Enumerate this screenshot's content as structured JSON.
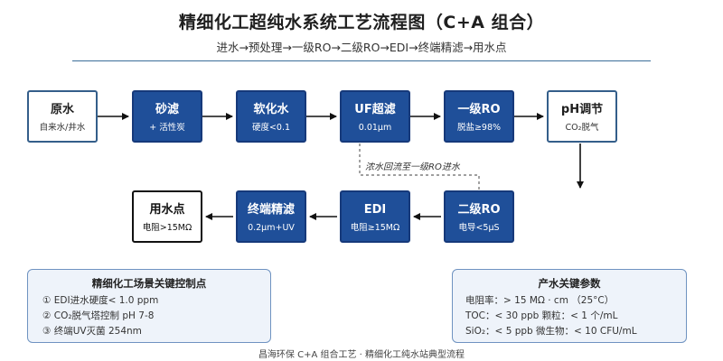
{
  "title": "精细化工超纯水系统工艺流程图（C+A 组合）",
  "subtitle": "进水→预处理→一级RO→二级RO→EDI→终端精滤→用水点",
  "nodes": {
    "raw_water": {
      "name": "原水",
      "sub": "自来水/井水"
    },
    "sand_filter": {
      "name": "砂滤",
      "sub": "+ 活性炭"
    },
    "softener": {
      "name": "软化水",
      "sub": "硬度<0.1"
    },
    "uf": {
      "name": "UF超滤",
      "sub": "0.01μm"
    },
    "ro1": {
      "name": "一级RO",
      "sub": "脱盐≥98%"
    },
    "ph_adjust": {
      "name": "pH调节",
      "sub": "CO₂脱气"
    },
    "ro2": {
      "name": "二级RO",
      "sub": "电导<5μS"
    },
    "edi": {
      "name": "EDI",
      "sub": "电阻≥15MΩ"
    },
    "terminal_filter": {
      "name": "终端精滤",
      "sub": "0.2μm+UV"
    },
    "use_point": {
      "name": "用水点",
      "sub": "电阻>15MΩ"
    }
  },
  "recycle_note": "浓水回流至一级RO进水",
  "control_panel": {
    "heading": "精细化工场景关键控制点",
    "items": [
      "① EDI进水硬度< 1.0 ppm",
      "② CO₂脱气塔控制 pH 7-8",
      "③ 终端UV灭菌 254nm"
    ]
  },
  "params_panel": {
    "heading": "产水关键参数",
    "items": [
      "电阻率：> 15 MΩ · cm （25°C）",
      "TOC：< 30 ppb 颗粒：< 1 个/mL",
      "SiO₂：< 5 ppb 微生物：< 10 CFU/mL"
    ]
  },
  "footer": "昌海环保 C+A 组合工艺 · 精细化工纯水站典型流程",
  "colors": {
    "primary_blue": "#1f4f99",
    "panel_bg": "#eef3fa",
    "panel_border": "#6f93c1",
    "rule": "#3b6e99"
  }
}
